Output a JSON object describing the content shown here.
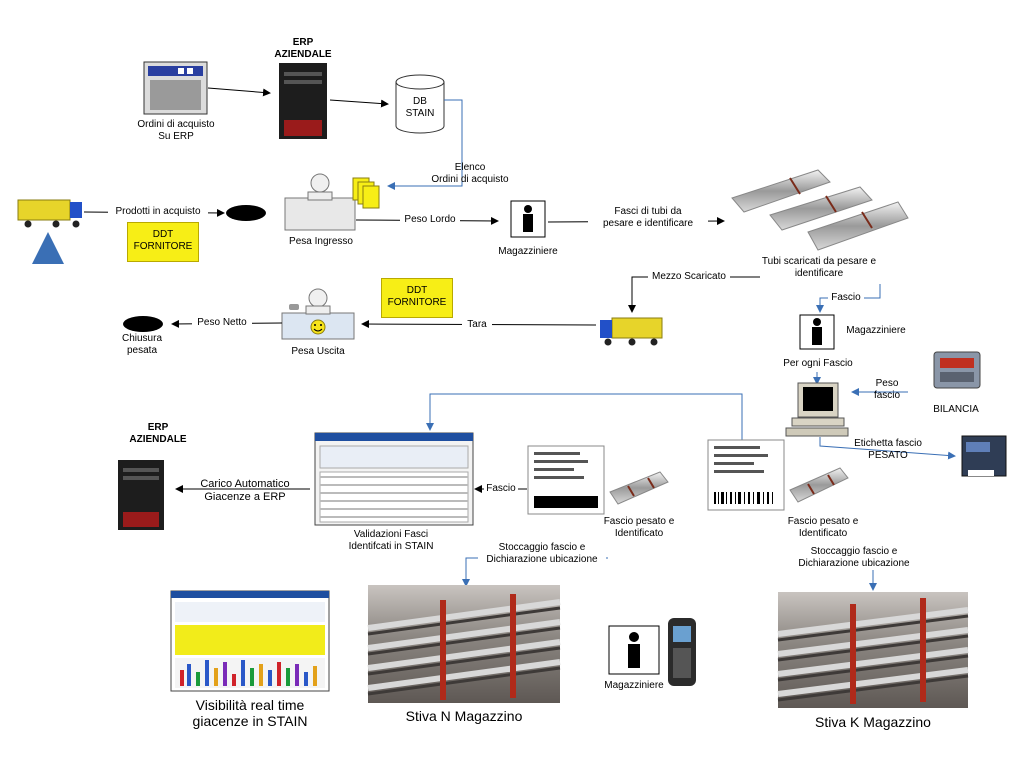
{
  "labels": {
    "ordini_acquisto": [
      "Ordini di acquisto",
      "Su ERP"
    ],
    "erp_top": [
      "ERP",
      "AZIENDALE"
    ],
    "db_stain": [
      "DB",
      "STAIN"
    ],
    "elenco_ordini": [
      "Elenco",
      "Ordini di acquisto"
    ],
    "prodotti_acquisto": "Prodotti in acquisto",
    "ddt_fornitore_1": [
      "DDT",
      "FORNITORE"
    ],
    "pesa_ingresso": "Pesa Ingresso",
    "peso_lordo": "Peso Lordo",
    "magazziniere_1": "Magazziniere",
    "fasci_tubi": [
      "Fasci di tubi da",
      "pesare e identificare"
    ],
    "tubi_scaricati": [
      "Tubi scaricati da pesare e",
      "identificare"
    ],
    "mezzo_scaricato": "Mezzo Scaricato",
    "fascio_1": "Fascio",
    "magazziniere_2": "Magazziniere",
    "per_ogni_fascio": "Per ogni Fascio",
    "ddt_fornitore_2": [
      "DDT",
      "FORNITORE"
    ],
    "tara": "Tara",
    "peso_netto": "Peso Netto",
    "chiusura_pesata": [
      "Chiusura",
      "pesata"
    ],
    "pesa_uscita": "Pesa Uscita",
    "peso_fascio": [
      "Peso",
      "fascio"
    ],
    "bilancia": "BILANCIA",
    "etichetta_fascio": [
      "Etichetta fascio",
      "PESATO"
    ],
    "erp_bottom": [
      "ERP",
      "AZIENDALE"
    ],
    "carico_automatico": [
      "Carico Automatico",
      "Giacenze a ERP"
    ],
    "fascio_2": "Fascio",
    "validazioni": [
      "Validazioni Fasci",
      "Identifcati in STAIN"
    ],
    "fascio_pesato_1": [
      "Fascio pesato e",
      "Identificato"
    ],
    "fascio_pesato_2": [
      "Fascio pesato e",
      "Identificato"
    ],
    "stoccaggio_1": [
      "Stoccaggio fascio e",
      "Dichiarazione ubicazione"
    ],
    "stoccaggio_2": [
      "Stoccaggio fascio e",
      "Dichiarazione ubicazione"
    ],
    "visibilita": [
      "Visibilità real time",
      "giacenze in STAIN"
    ],
    "stiva_n": "Stiva N Magazzino",
    "magazziniere_3": "Magazziniere",
    "stiva_k": "Stiva K Magazzino"
  },
  "colors": {
    "arrow": "#000000",
    "flow_arrow": "#3a6fb5",
    "note_fill": "#f7ee16",
    "truck_cargo": "#e7d42a",
    "truck_cab": "#2250c8"
  },
  "icons": [
    "computer-window-icon",
    "server-icon",
    "database-icon",
    "truck-icon",
    "person-icon",
    "pipe-bundle-icon",
    "scale-terminal-icon",
    "label-printer-icon",
    "desktop-computer-icon",
    "barcode-label-icon",
    "handheld-scanner-icon",
    "smiley-icon",
    "telephone-icon"
  ]
}
